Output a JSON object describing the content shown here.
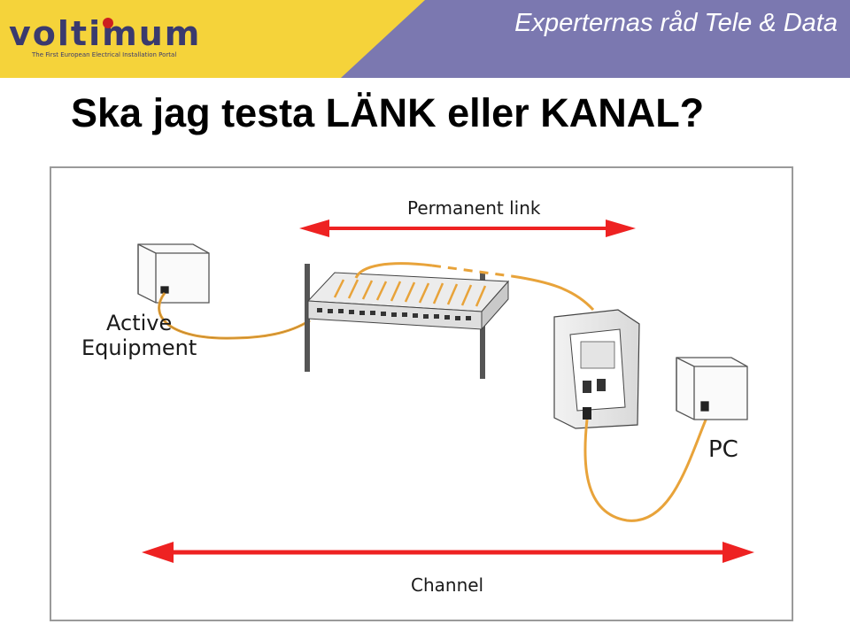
{
  "header": {
    "logo_text": "voltimum",
    "logo_tagline": "The First European Electrical Installation Portal",
    "title": "Experternas råd Tele & Data",
    "colors": {
      "yellow": "#f5d33a",
      "purple": "#7b78b0",
      "logo": "#3a3a6e",
      "logo_dot": "#cc1f1f"
    }
  },
  "slide": {
    "title": "Ska jag testa LÄNK eller KANAL?"
  },
  "diagram": {
    "labels": {
      "permanent_link": "Permanent link",
      "active_line1": "Active",
      "active_line2": "Equipment",
      "pc": "PC",
      "channel": "Channel"
    },
    "colors": {
      "arrow": "#ee2222",
      "cable": "#e8a33a",
      "outline": "#333333"
    }
  }
}
